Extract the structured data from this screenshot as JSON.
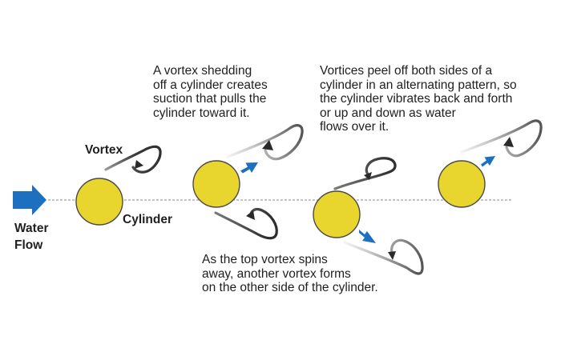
{
  "labels": {
    "vortex": "Vortex",
    "cylinder": "Cylinder",
    "water_flow_line1": "Water",
    "water_flow_line2": "Flow"
  },
  "captions": {
    "suction": "A vortex shedding\noff a cylinder creates\nsuction that pulls the\ncylinder toward it.",
    "alternating": "Vortices peel off both sides of a\ncylinder in an alternating pattern, so\nthe cylinder vibrates back and forth\nor up and down as water\nflows over it.",
    "spins_away": "As the top vortex spins\naway, another vortex forms\non the other side of the cylinder."
  },
  "colors": {
    "cylinder_fill": "#e8d52e",
    "cylinder_stroke": "#4a4a4a",
    "arrow_blue": "#1d6fbf",
    "vortex_dark": "#333333",
    "flow_line": "#8a8a8a",
    "text": "#1f1f1f"
  },
  "icons": {
    "flow_arrow": "right-arrow-icon",
    "pull_arrow": "diagonal-arrow-icon",
    "vortex": "spiral-curve-icon"
  }
}
